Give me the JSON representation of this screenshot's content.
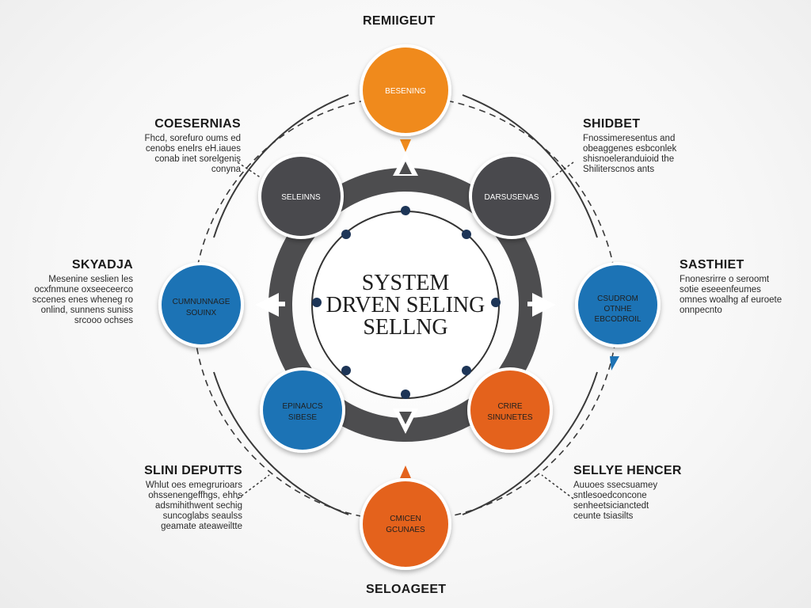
{
  "colors": {
    "orange": "#f08a1c",
    "orange_red": "#e4621c",
    "dark_gray": "#4a4a4d",
    "blue": "#1e73b5",
    "ring": "#4d4d4f",
    "dot": "#1d3557"
  },
  "center": {
    "line1": "SYSTEM",
    "line2": "DRVEN SELING",
    "line3": "SELLNG"
  },
  "nodes": {
    "top": "BESENING",
    "upper_left": "SELEINNS",
    "upper_right": "DARSUSENAS",
    "left_line1": "CUMNUNNAGE",
    "left_line2": "SOUINX",
    "right_line1": "CSUDROM",
    "right_line2": "OTNHE",
    "right_line3": "EBCODROIL",
    "lower_left_line1": "EPINAUCS",
    "lower_left_line2": "SIBESE",
    "lower_right_line1": "CRIRE",
    "lower_right_line2": "SINUNETES",
    "bottom_line1": "CMICEN",
    "bottom_line2": "GCUNAES"
  },
  "labels": {
    "top_title": "REMIIGEUT",
    "bottom_title": "SELOAGEET",
    "upper_left": {
      "title": "COESERNIAS",
      "lines": [
        "Fhcd, sorefuro oums ed",
        "cenobs enelrs eH.iaues",
        "conab inet sorelgenis",
        "conyna"
      ]
    },
    "upper_right": {
      "title": "SHIDBET",
      "lines": [
        "Fnossimeresentus and",
        "obeaggenes esbconlek",
        "shisnoeleranduioid the",
        "Shiliterscnos ants"
      ]
    },
    "mid_left": {
      "title": "SKYADJA",
      "lines": [
        "Mesenine seslien les",
        "ocxfnmune oxseeceerco",
        "sccenes enes wheneg ro",
        "onlind, sunnens suniss",
        "srcooo ochses"
      ]
    },
    "mid_right": {
      "title": "SASTHIET",
      "lines": [
        "Fnonesrirre o seroomt",
        "sotie eseeenfeumes",
        "omnes woalhg af euroete",
        "onnpecnto"
      ]
    },
    "lower_left": {
      "title": "SLINI DEPUTTS",
      "lines": [
        "Whlut oes emegrurioars",
        "ohssenengeffhgs, ehhs",
        "adsmihithwent sechig",
        "suncoglabs seaulss",
        "geamate ateaweiltte"
      ]
    },
    "lower_right": {
      "title": "SELLYE HENCER",
      "lines": [
        "Auuoes ssecsuamey",
        "sntlesoedconcone",
        "senheetsicianctedt",
        "ceunte tsiasilts"
      ]
    }
  }
}
